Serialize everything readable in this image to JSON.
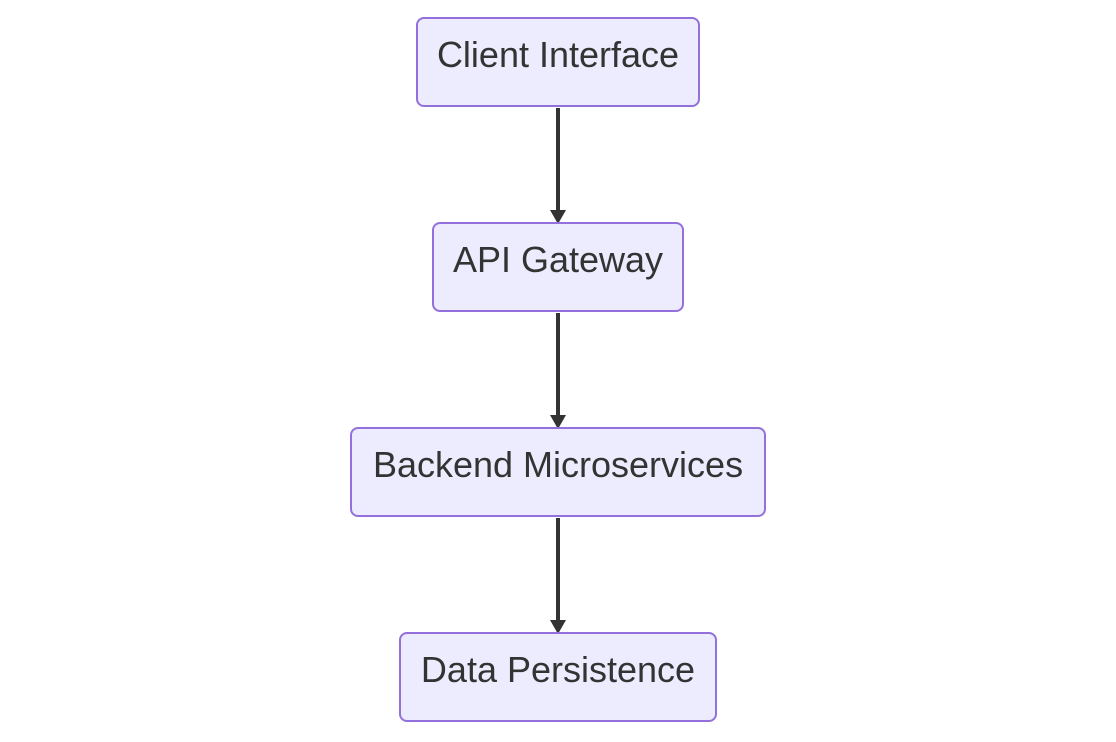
{
  "diagram": {
    "type": "flowchart",
    "direction": "top-to-bottom",
    "nodes": [
      {
        "id": "client",
        "label": "Client Interface"
      },
      {
        "id": "gateway",
        "label": "API Gateway"
      },
      {
        "id": "backend",
        "label": "Backend Microservices"
      },
      {
        "id": "data",
        "label": "Data Persistence"
      }
    ],
    "edges": [
      {
        "from": "client",
        "to": "gateway"
      },
      {
        "from": "gateway",
        "to": "backend"
      },
      {
        "from": "backend",
        "to": "data"
      }
    ],
    "colors": {
      "node_fill": "#ececfe",
      "node_border": "#9370db",
      "edge": "#333333",
      "text": "#333333"
    }
  }
}
